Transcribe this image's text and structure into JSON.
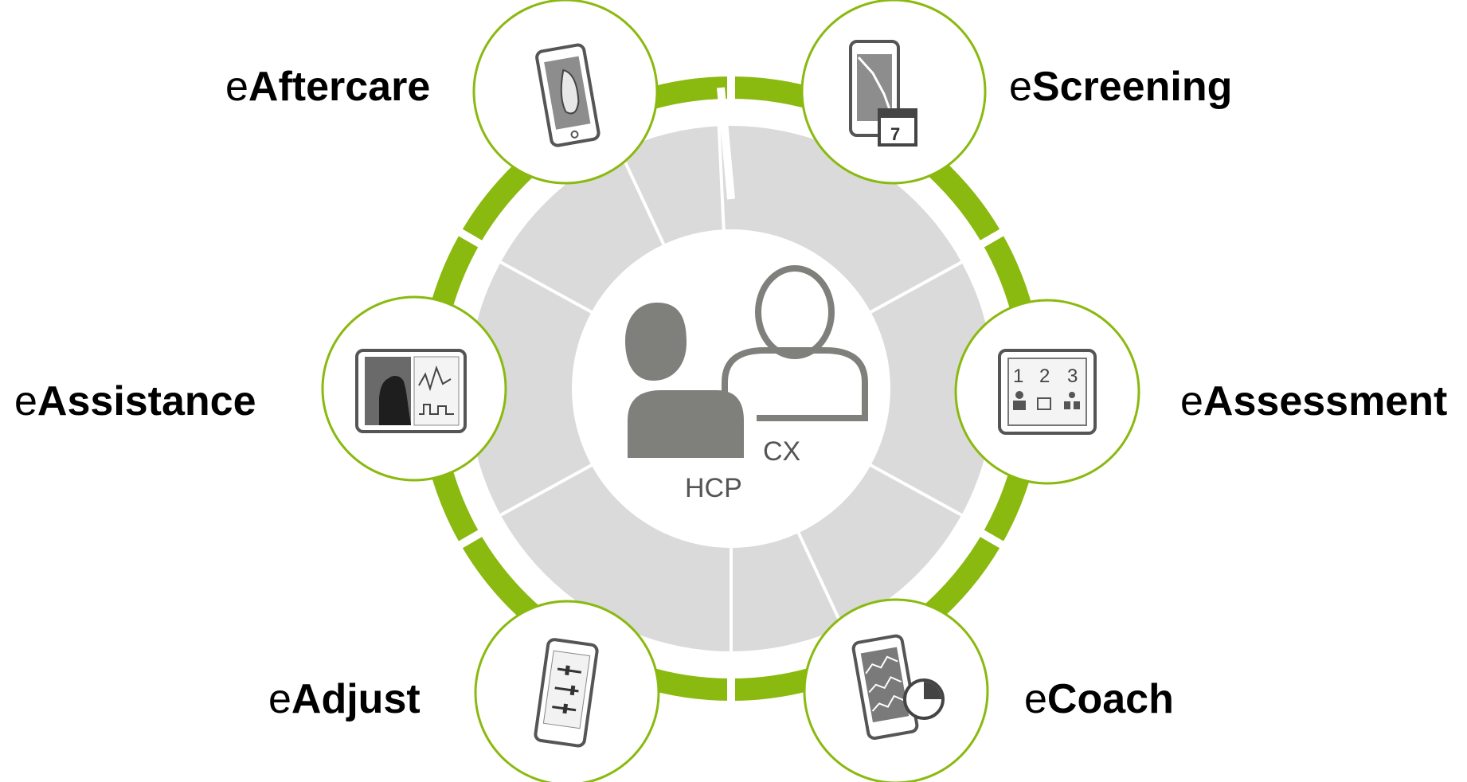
{
  "colors": {
    "accent_green": "#8ab90f",
    "ring_gray": "#dadada",
    "center_white": "#ffffff",
    "person_dark": "#7f7f7c",
    "icon_gray": "#6f6f6f"
  },
  "center": {
    "hcp_label": "HCP",
    "cx_label": "CX"
  },
  "services": [
    {
      "prefix": "e",
      "name": "Aftercare",
      "icon": "hearing-aid-phone-icon"
    },
    {
      "prefix": "e",
      "name": "Screening",
      "icon": "phone-calendar-icon",
      "calendar_day": "7"
    },
    {
      "prefix": "e",
      "name": "Assessment",
      "icon": "tablet-steps-icon",
      "steps": [
        "1",
        "2",
        "3"
      ]
    },
    {
      "prefix": "e",
      "name": "Coach",
      "icon": "phone-clock-icon"
    },
    {
      "prefix": "e",
      "name": "Adjust",
      "icon": "phone-sliders-icon"
    },
    {
      "prefix": "e",
      "name": "Assistance",
      "icon": "tablet-video-call-icon"
    }
  ]
}
